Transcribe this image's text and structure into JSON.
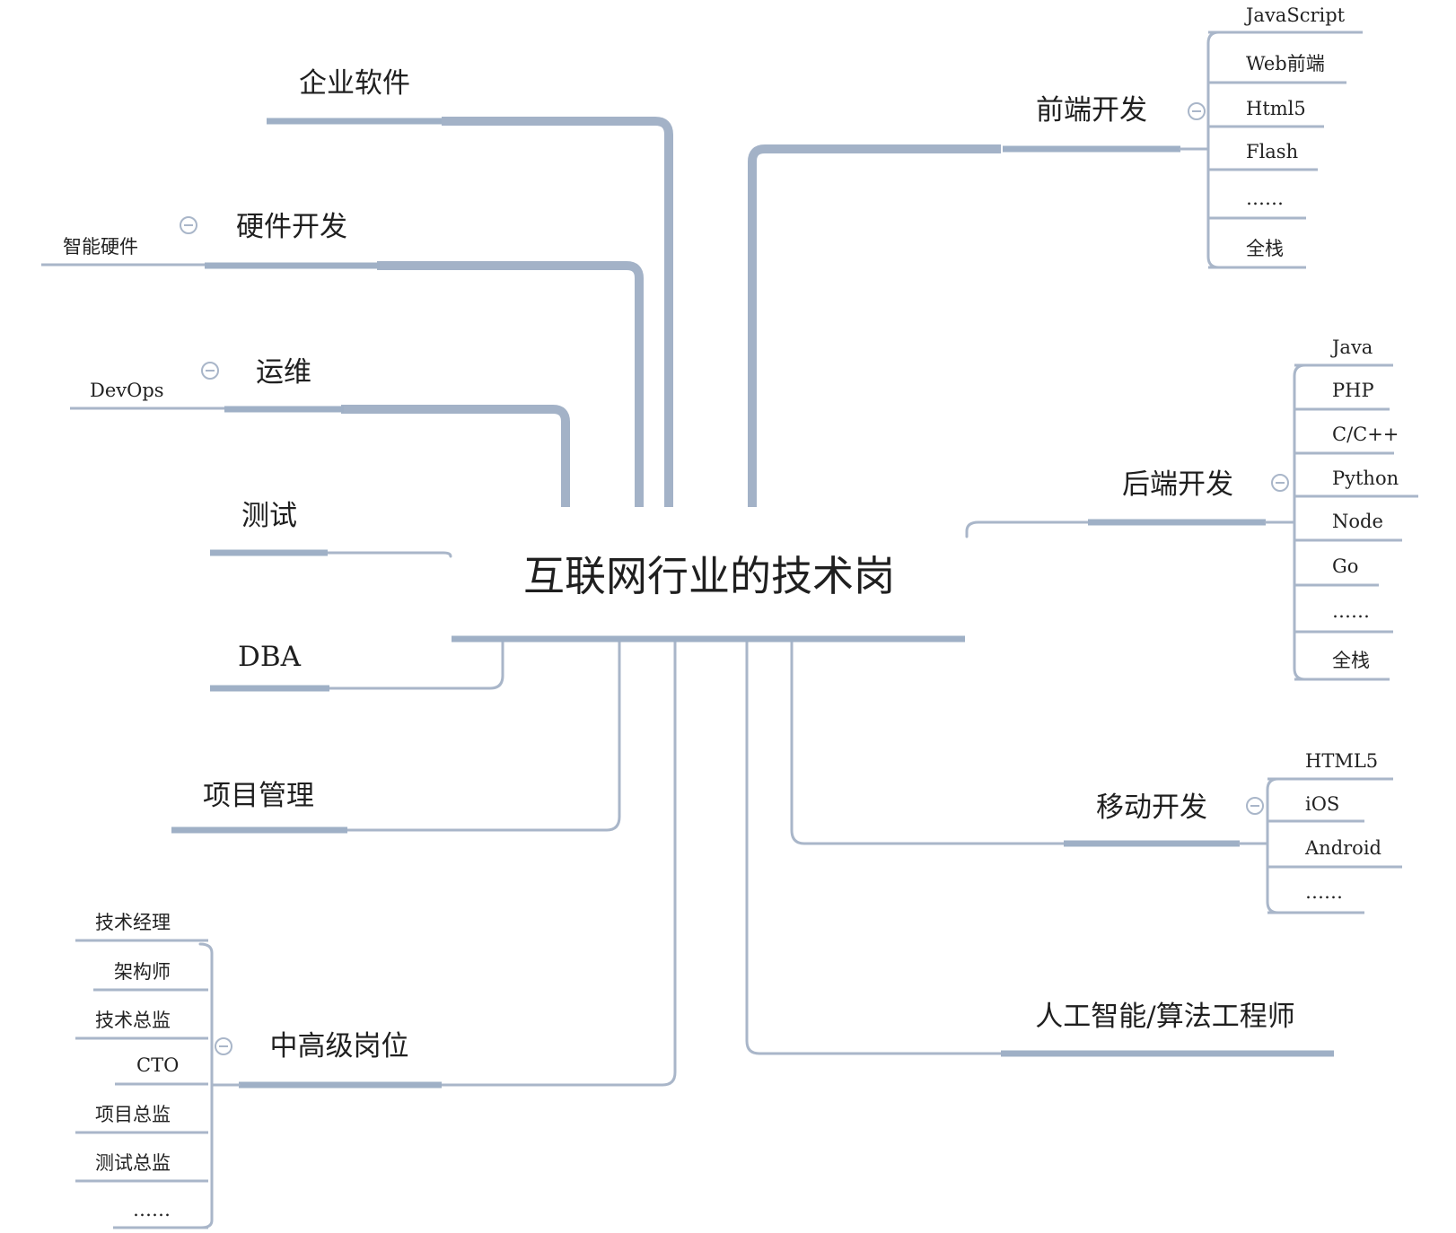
{
  "root": {
    "title": "互联网行业的技术岗"
  },
  "branches": {
    "enterprise": {
      "label": "企业软件"
    },
    "hardware": {
      "label": "硬件开发",
      "children": [
        "智能硬件"
      ]
    },
    "ops": {
      "label": "运维",
      "children": [
        "DevOps"
      ]
    },
    "testing": {
      "label": "测试"
    },
    "dba": {
      "label": "DBA"
    },
    "pm": {
      "label": "项目管理"
    },
    "senior": {
      "label": "中高级岗位",
      "children": [
        "技术经理",
        "架构师",
        "技术总监",
        "CTO",
        "项目总监",
        "测试总监",
        "……"
      ]
    },
    "frontend": {
      "label": "前端开发",
      "children": [
        "JavaScript",
        "Web前端",
        "Html5",
        "Flash",
        "……",
        "全栈"
      ]
    },
    "backend": {
      "label": "后端开发",
      "children": [
        "Java",
        "PHP",
        "C/C++",
        "Python",
        "Node",
        "Go",
        "……",
        "全栈"
      ]
    },
    "mobile": {
      "label": "移动开发",
      "children": [
        "HTML5",
        "iOS",
        "Android",
        "……"
      ]
    },
    "ai": {
      "label": "人工智能/算法工程师"
    }
  },
  "colors": {
    "line": "#a9b6c9",
    "text": "#1f1f1f",
    "background": "#ffffff"
  }
}
